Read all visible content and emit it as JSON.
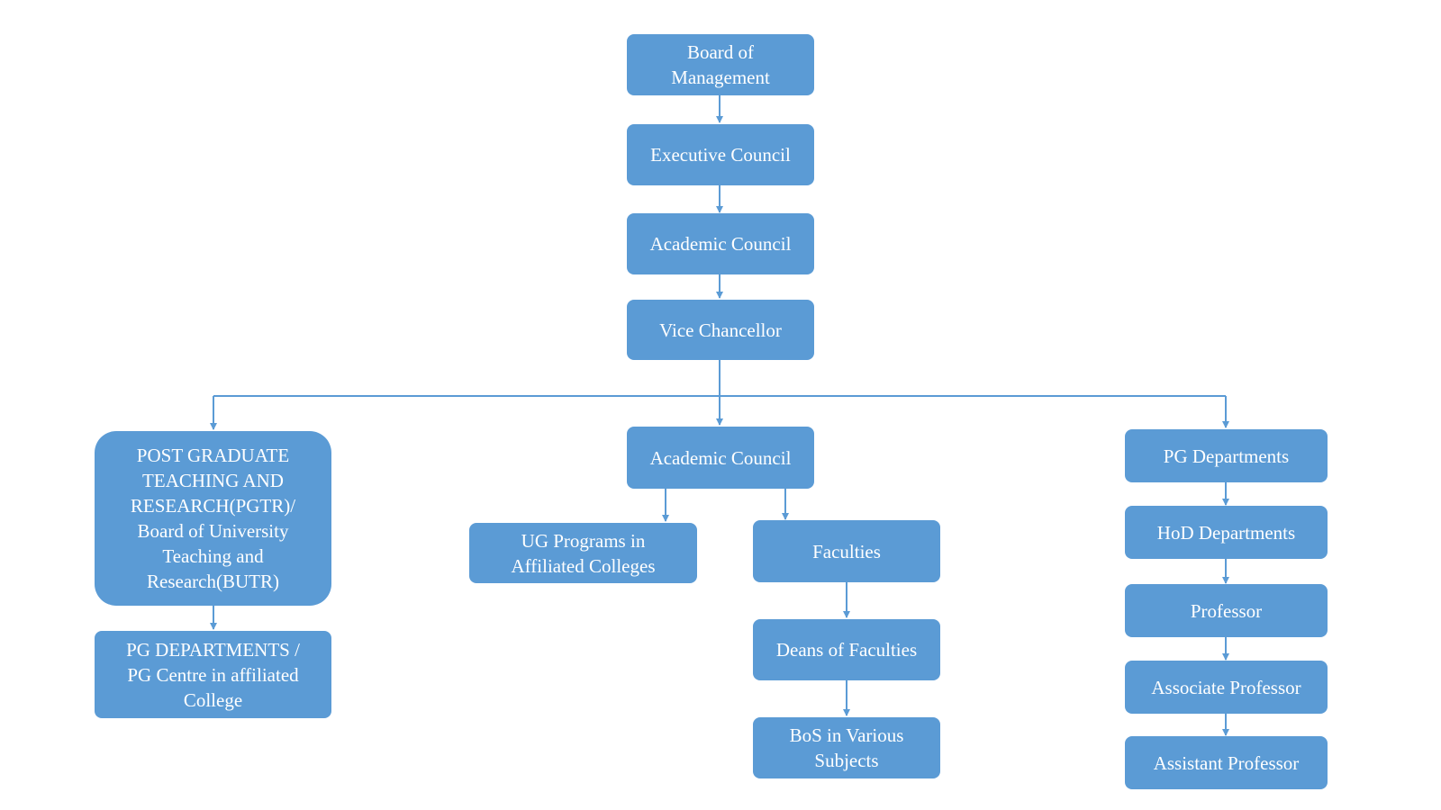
{
  "colors": {
    "box_fill": "#5b9bd5",
    "box_text": "#ffffff",
    "connector": "#5b9bd5",
    "background": "#ffffff"
  },
  "nodes": {
    "board_of_management": "Board of\nManagement",
    "executive_council": "Executive Council",
    "academic_council_top": "Academic Council",
    "vice_chancellor": "Vice Chancellor",
    "pgtr_butr": "POST GRADUATE\nTEACHING AND\nRESEARCH(PGTR)/\nBoard of University\nTeaching and\nResearch(BUTR)",
    "pg_departments_centre": "PG DEPARTMENTS /\nPG Centre in affiliated\nCollege",
    "academic_council_mid": "Academic Council",
    "ug_programs": "UG Programs in\nAffiliated Colleges",
    "faculties": "Faculties",
    "deans_of_faculties": "Deans of Faculties",
    "bos_various_subjects": "BoS in Various\nSubjects",
    "pg_departments": "PG Departments",
    "hod_departments": "HoD Departments",
    "professor": "Professor",
    "associate_professor": "Associate Professor",
    "assistant_professor": "Assistant Professor"
  }
}
